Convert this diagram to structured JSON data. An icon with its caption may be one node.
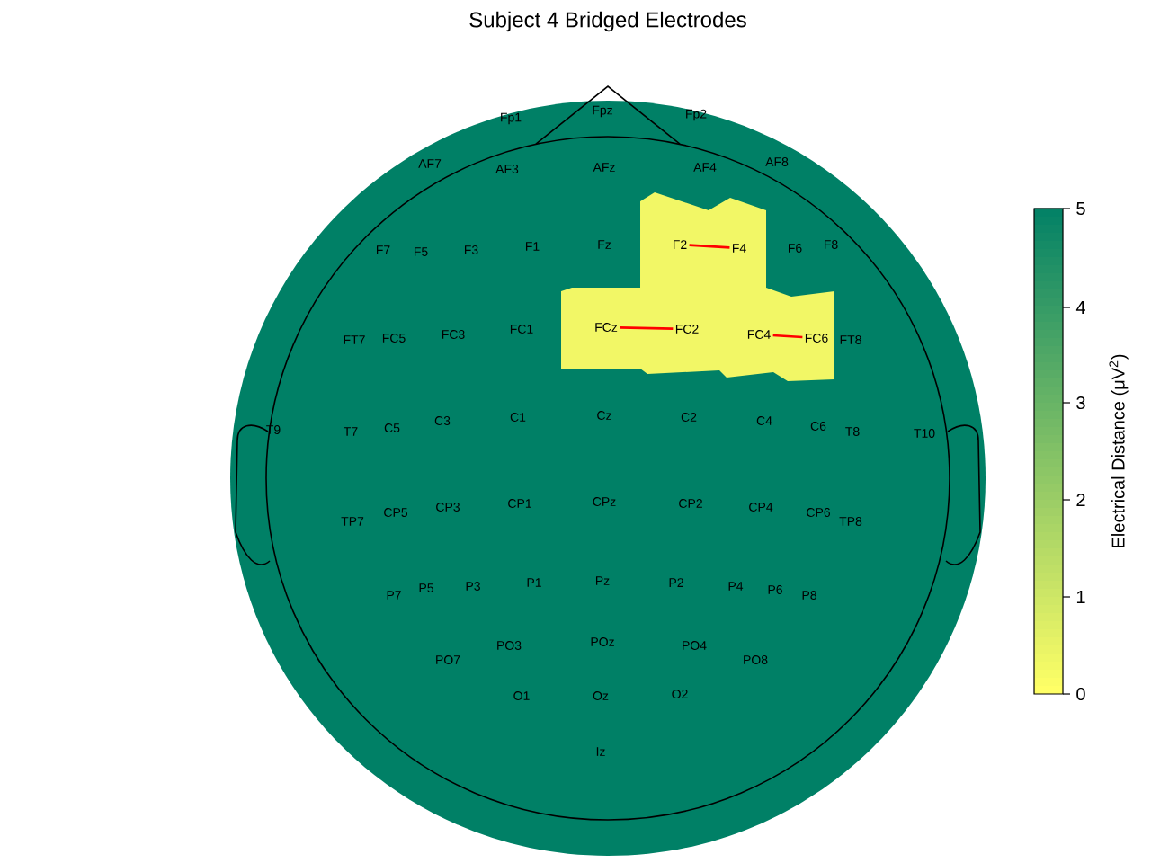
{
  "diagram": {
    "title": "Subject 4 Bridged Electrodes",
    "nodes": [
      {
        "text": [
          "F2"
        ]
      },
      {
        "text": [
          "F4"
        ]
      },
      {
        "text": [
          "FCz"
        ]
      },
      {
        "text": [
          "FC2"
        ]
      },
      {
        "text": [
          "FC4"
        ]
      },
      {
        "text": [
          "FC6"
        ]
      }
    ],
    "edges": [
      {
        "from": 0,
        "to": 1,
        "arrow": "none"
      },
      {
        "from": 2,
        "to": 3,
        "arrow": "none"
      },
      {
        "from": 4,
        "to": 5,
        "arrow": "none"
      }
    ],
    "labels": [
      "Fp1",
      "Fpz",
      "Fp2",
      "AF7",
      "AF3",
      "AFz",
      "AF4",
      "AF8",
      "F7",
      "F5",
      "F3",
      "F1",
      "Fz",
      "F6",
      "F8",
      "FT7",
      "FC5",
      "FC3",
      "FC1",
      "FT8",
      "T9",
      "T7",
      "C5",
      "C3",
      "C1",
      "Cz",
      "C2",
      "C4",
      "C6",
      "T8",
      "T10",
      "TP7",
      "CP5",
      "CP3",
      "CP1",
      "CPz",
      "CP2",
      "CP4",
      "CP6",
      "TP8",
      "P7",
      "P5",
      "P3",
      "P1",
      "Pz",
      "P2",
      "P4",
      "P6",
      "P8",
      "PO7",
      "PO3",
      "POz",
      "PO4",
      "PO8",
      "O1",
      "Oz",
      "O2",
      "Iz",
      "5",
      "4",
      "3",
      "2",
      "1",
      "0",
      "Electrical Distance (μV$^{2}$)"
    ]
  }
}
